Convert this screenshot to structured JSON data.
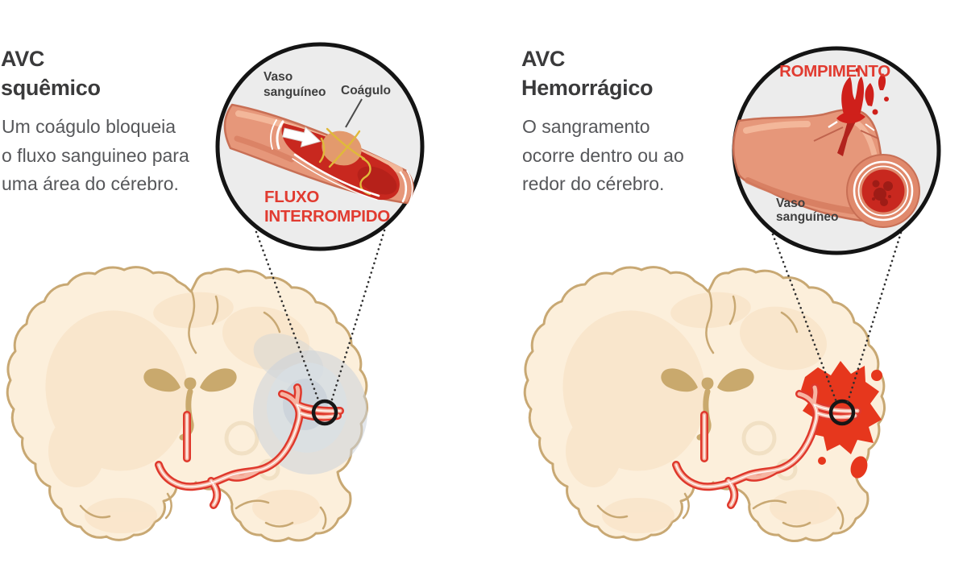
{
  "page": {
    "background": "#ffffff",
    "subject": "stroke-types-comparison",
    "language": "pt-BR"
  },
  "panels": {
    "left": {
      "title_line1": "AVC",
      "title_line2": "squêmico",
      "desc_line1": "Um coágulo bloqueia",
      "desc_line2": "o fluxo sanguineo para",
      "desc_line3": "uma área do cérebro.",
      "inset": {
        "vessel_label_line1": "Vaso",
        "vessel_label_line2": "sanguíneo",
        "clot_label": "Coágulo",
        "caption_line1": "FLUXO",
        "caption_line2": "INTERROMPIDO"
      }
    },
    "right": {
      "title_line1": "AVC",
      "title_line2": "Hemorrágico",
      "desc_line1": "O sangramento",
      "desc_line2": "ocorre dentro ou ao",
      "desc_line3": "redor do cérebro.",
      "inset": {
        "caption": "ROMPIMENTO",
        "vessel_label_line1": "Vaso",
        "vessel_label_line2": "sanguíneo"
      }
    }
  },
  "colors": {
    "title_text": "#3a3a3b",
    "body_text": "#56575a",
    "accent_red_text": "#e13b30",
    "inset_background": "#ececec",
    "inset_border": "#141414",
    "vessel_salmon": "#e6977a",
    "vessel_outline": "#c86f55",
    "blood_red": "#c8281f",
    "clot_orange": "#e39a6d",
    "clot_fibrin_yellow": "#e0b93a",
    "brain_cream": "#fcefdb",
    "brain_outline_tan": "#c8a873",
    "ventricle_tan": "#c9a96d",
    "artery_red": "#df382c",
    "artery_fill_pink": "#f6b5a3",
    "ischemia_gray": "#cdd4db",
    "hemorrhage_red": "#e6371d"
  }
}
